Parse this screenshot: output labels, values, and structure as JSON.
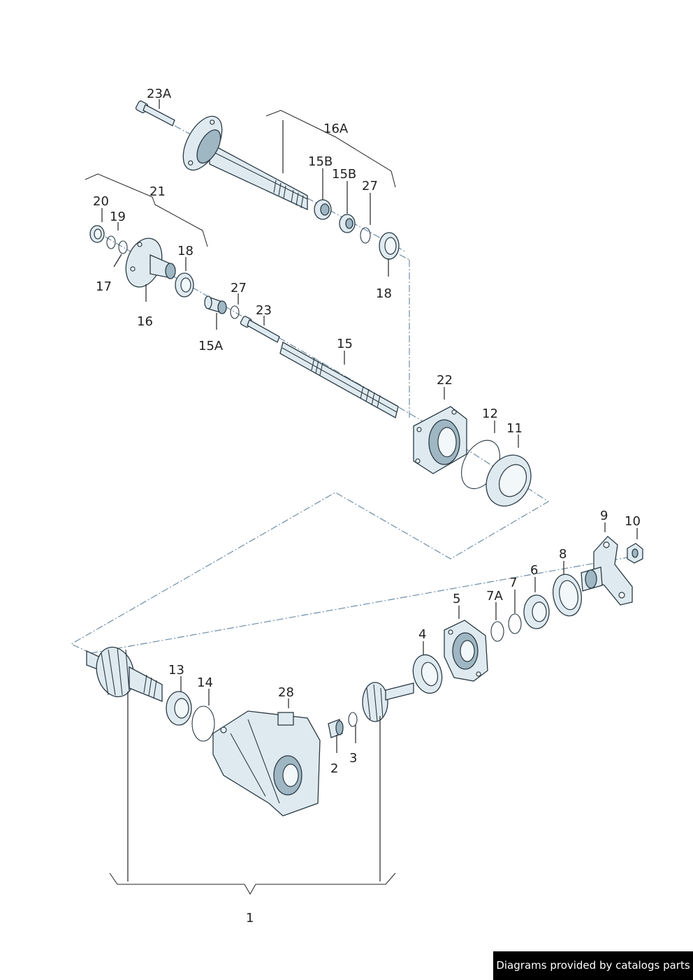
{
  "labels": {
    "l23A": "23A",
    "l16A": "16A",
    "l15B_1": "15B",
    "l15B_2": "15B",
    "l27_top": "27",
    "l21": "21",
    "l20": "20",
    "l19": "19",
    "l18_left": "18",
    "l17": "17",
    "l16": "16",
    "l27_mid": "27",
    "l23": "23",
    "l15A": "15A",
    "l18_right": "18",
    "l15": "15",
    "l22": "22",
    "l12": "12",
    "l11": "11",
    "l9": "9",
    "l10": "10",
    "l8": "8",
    "l6": "6",
    "l7": "7",
    "l7A": "7A",
    "l5": "5",
    "l4": "4",
    "l13": "13",
    "l14": "14",
    "l28": "28",
    "l2": "2",
    "l3": "3",
    "l1": "1"
  },
  "footer": {
    "credit": "Diagrams provided by catalogs parts"
  }
}
